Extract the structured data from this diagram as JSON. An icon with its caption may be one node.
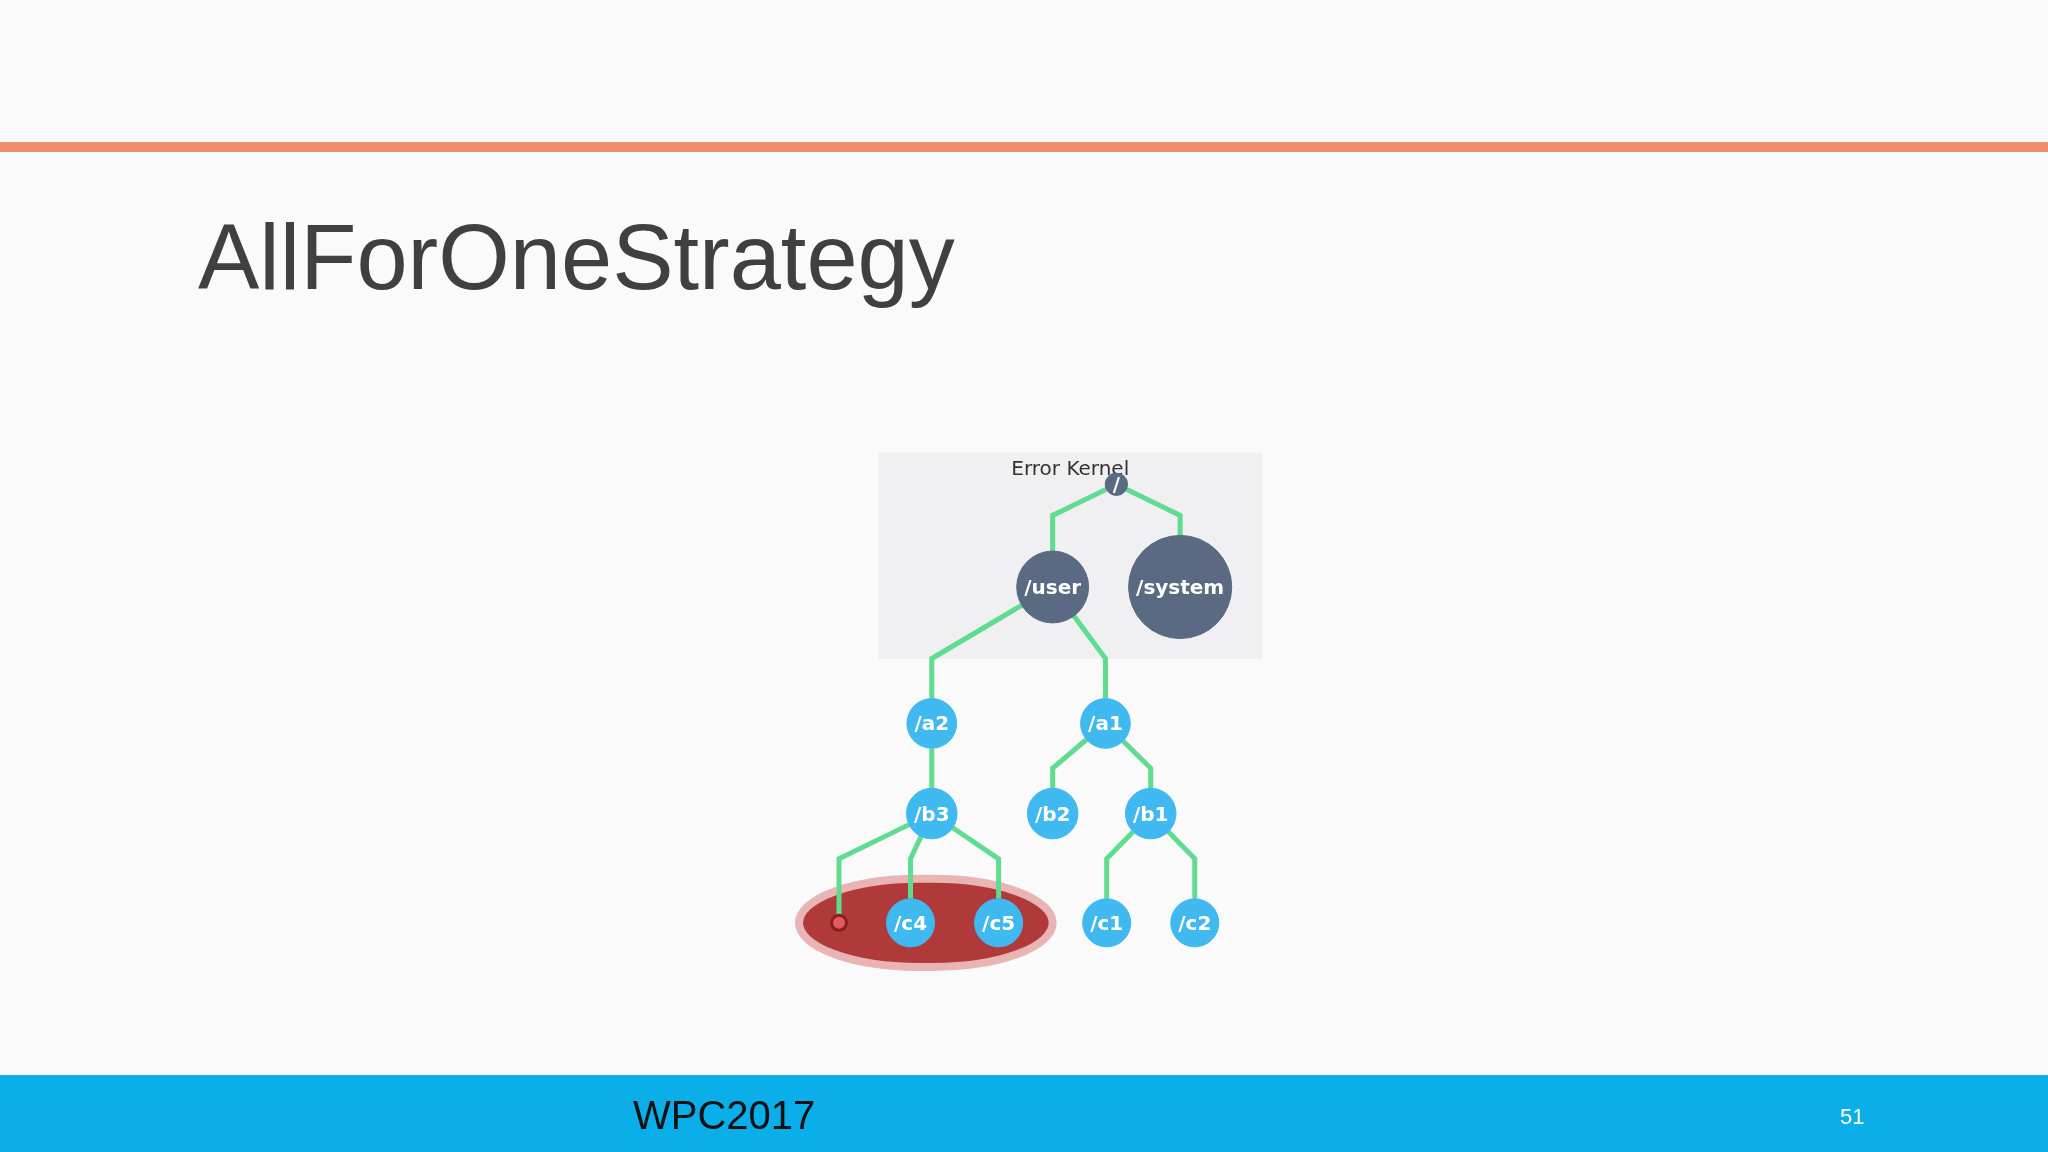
{
  "diagram": {
    "title": "AllForOneStrategy",
    "nodes": [
      {
        "text": [
          "Error Kernel"
        ]
      },
      {
        "text": [
          "/"
        ],
        "in": 0
      },
      {
        "text": [
          "/user"
        ],
        "in": 0
      },
      {
        "text": [
          "/system"
        ],
        "in": 0
      },
      {
        "text": [
          "/a1"
        ]
      },
      {
        "text": [
          "/a2"
        ]
      },
      {
        "text": [
          "/b1"
        ]
      },
      {
        "text": [
          "/b2"
        ]
      },
      {
        "text": [
          "/b3"
        ]
      },
      {
        "text": [
          "/c1"
        ]
      },
      {
        "text": [
          "/c2"
        ]
      },
      {
        "text": [],
        "shape": "ellipse"
      },
      {
        "text": [],
        "shape": "circle",
        "in": 11
      },
      {
        "text": [
          "/c4"
        ],
        "in": 11
      },
      {
        "text": [
          "/c5"
        ],
        "in": 11
      }
    ],
    "edges": [
      {
        "from": 1,
        "to": 2,
        "arrow": "none"
      },
      {
        "from": 1,
        "to": 3,
        "arrow": "none"
      },
      {
        "from": 2,
        "to": 4,
        "arrow": "none"
      },
      {
        "from": 2,
        "to": 5,
        "arrow": "none"
      },
      {
        "from": 4,
        "to": 6,
        "arrow": "none"
      },
      {
        "from": 4,
        "to": 7,
        "arrow": "none"
      },
      {
        "from": 5,
        "to": 8,
        "arrow": "none"
      },
      {
        "from": 6,
        "to": 9,
        "arrow": "none"
      },
      {
        "from": 6,
        "to": 10,
        "arrow": "none"
      },
      {
        "from": 8,
        "to": 12,
        "arrow": "none"
      },
      {
        "from": 8,
        "to": 13,
        "arrow": "none"
      },
      {
        "from": 8,
        "to": 14,
        "arrow": "none"
      }
    ],
    "labels": [
      "WPC2017",
      "51"
    ]
  }
}
